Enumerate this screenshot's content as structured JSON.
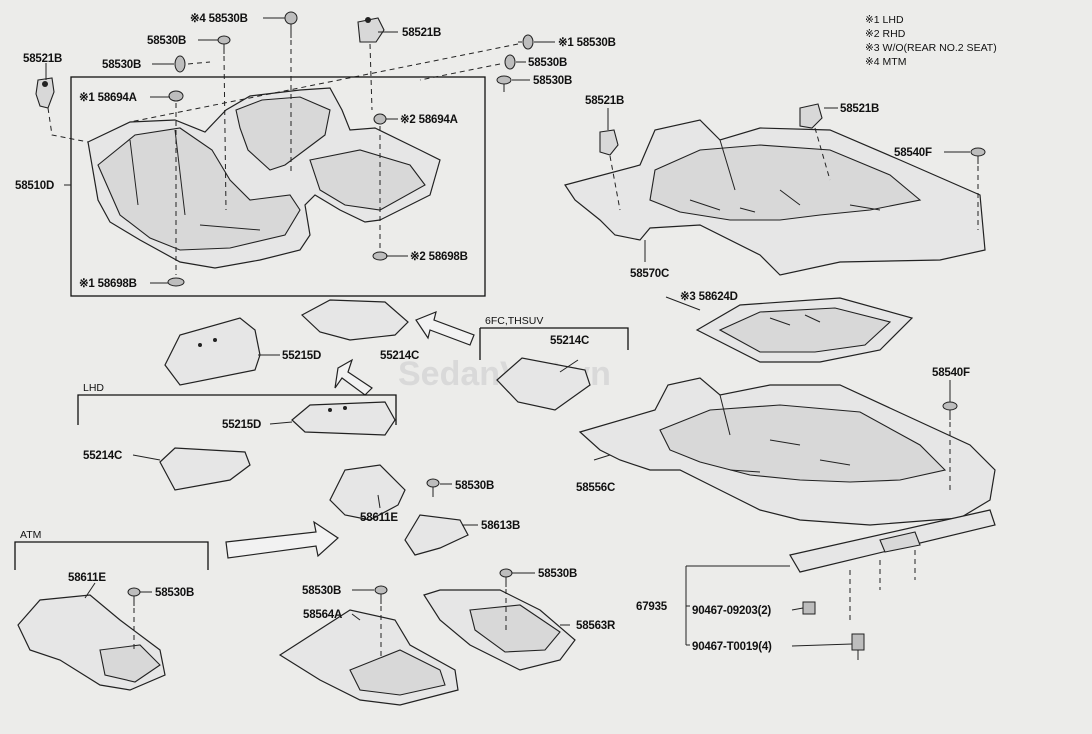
{
  "notes": [
    "※1 LHD",
    "※2 RHD",
    "※3 W/O(REAR NO.2 SEAT)",
    "※4 MTM"
  ],
  "watermark": "SedanViet.vn",
  "labels": {
    "p58521B_a": "58521B",
    "p58530B_m4": "※4 58530B",
    "p58521B_b": "58521B",
    "p58530B_a": "58530B",
    "p58530B_b": "58530B",
    "p58530B_l1": "※1 58530B",
    "p58530B_c": "58530B",
    "p58530B_d": "58530B",
    "p58694A_l1": "※1 58694A",
    "p58694A_r2": "※2 58694A",
    "p58510D": "58510D",
    "p58698B_r2": "※2 58698B",
    "p58698B_l1": "※1 58698B",
    "p58521B_c": "58521B",
    "p58521B_d": "58521B",
    "p58540F_a": "58540F",
    "p58570C": "58570C",
    "p58624D": "※3 58624D",
    "p55215D_a": "55215D",
    "p55214C_a": "55214C",
    "grp_6fc": "6FC,THSUV",
    "p55214C_b": "55214C",
    "grp_lhd": "LHD",
    "p55215D_b": "55215D",
    "p55214C_c": "55214C",
    "p58540F_b": "58540F",
    "p58556C": "58556C",
    "p58530B_e": "58530B",
    "p58611E_a": "58611E",
    "p58613B": "58613B",
    "grp_atm": "ATM",
    "p58611E_b": "58611E",
    "p58530B_f": "58530B",
    "p58530B_g": "58530B",
    "p58530B_h": "58530B",
    "p58564A": "58564A",
    "p58563R": "58563R",
    "p67935": "67935",
    "p90467_09203": "90467-09203(2)",
    "p90467_T0019": "90467-T0019(4)"
  }
}
